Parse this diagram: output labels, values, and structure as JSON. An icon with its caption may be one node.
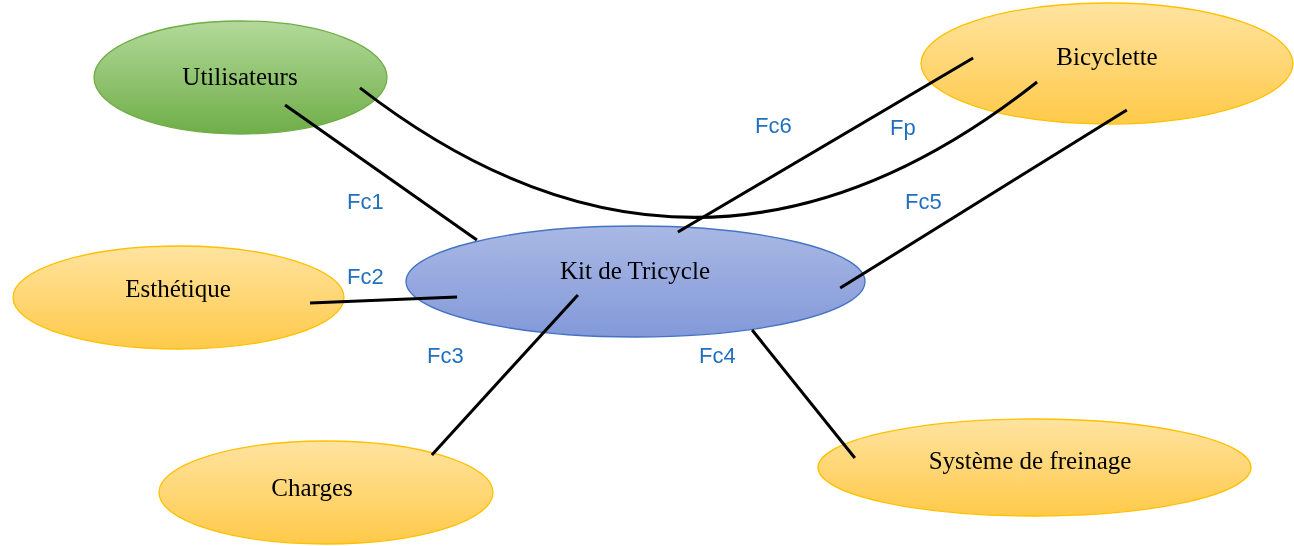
{
  "diagram": {
    "nodes": [
      {
        "text": [
          "Utilisateurs"
        ]
      },
      {
        "text": [
          "Bicyclette"
        ]
      },
      {
        "text": [
          "Esthétique"
        ]
      },
      {
        "text": [
          "Kit de Tricycle"
        ]
      },
      {
        "text": [
          "Charges"
        ]
      },
      {
        "text": [
          "Système de freinage"
        ]
      }
    ],
    "edges": [
      {
        "from": 0,
        "to": 1,
        "arrow": "none",
        "label": "Fp"
      },
      {
        "from": 0,
        "to": 3,
        "arrow": "none",
        "label": "Fc1"
      },
      {
        "from": 2,
        "to": 3,
        "arrow": "none",
        "label": "Fc2"
      },
      {
        "from": 3,
        "to": 4,
        "arrow": "none",
        "label": "Fc3"
      },
      {
        "from": 3,
        "to": 5,
        "arrow": "none",
        "label": "Fc4"
      },
      {
        "from": 3,
        "to": 1,
        "arrow": "none",
        "label": "Fc5"
      },
      {
        "from": 3,
        "to": 1,
        "arrow": "none",
        "label": "Fc6"
      }
    ]
  }
}
